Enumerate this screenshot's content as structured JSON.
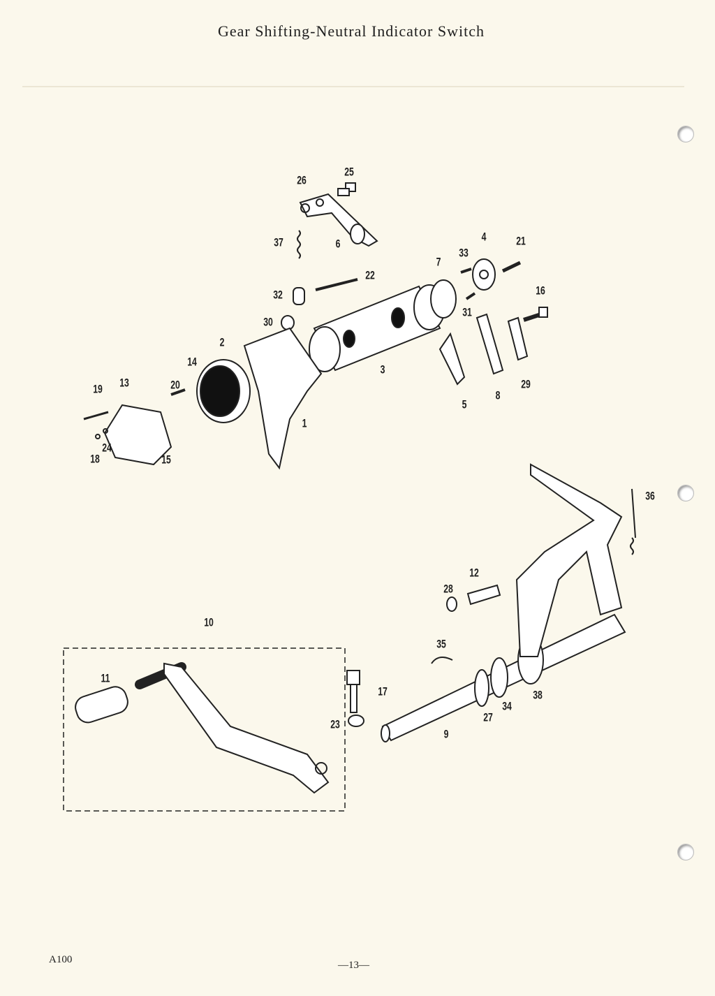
{
  "page": {
    "title": "Gear Shifting-Neutral Indicator Switch",
    "model": "A100",
    "page_number": "—13—"
  },
  "callouts": [
    "1",
    "2",
    "3",
    "4",
    "5",
    "6",
    "7",
    "8",
    "9",
    "10",
    "11",
    "12",
    "13",
    "14",
    "15",
    "16",
    "17",
    "18",
    "19",
    "20",
    "21",
    "22",
    "23",
    "24",
    "25",
    "26",
    "27",
    "28",
    "29",
    "30",
    "31",
    "32",
    "33",
    "34",
    "35",
    "36",
    "37",
    "38"
  ]
}
